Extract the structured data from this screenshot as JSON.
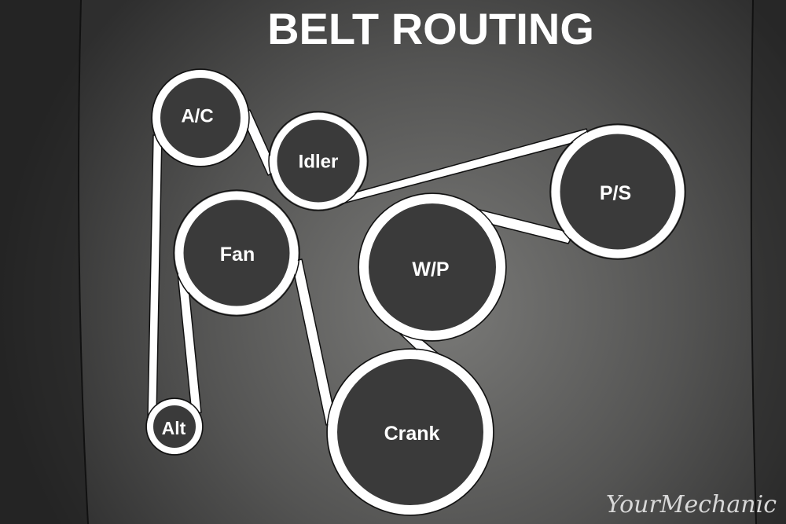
{
  "title": "BELT ROUTING",
  "watermark": "YourMechanic",
  "pulleys": [
    {
      "id": "ac",
      "label": "A/C"
    },
    {
      "id": "idler",
      "label": "Idler"
    },
    {
      "id": "ps",
      "label": "P/S"
    },
    {
      "id": "fan",
      "label": "Fan"
    },
    {
      "id": "wp",
      "label": "W/P"
    },
    {
      "id": "alt",
      "label": "Alt"
    },
    {
      "id": "crank",
      "label": "Crank"
    }
  ],
  "colors": {
    "background_center": "#7a7a78",
    "background_edge": "#2e2e2e",
    "belt": "#ffffff",
    "pulley_fill": "#3a3a3a",
    "text": "#ffffff"
  }
}
